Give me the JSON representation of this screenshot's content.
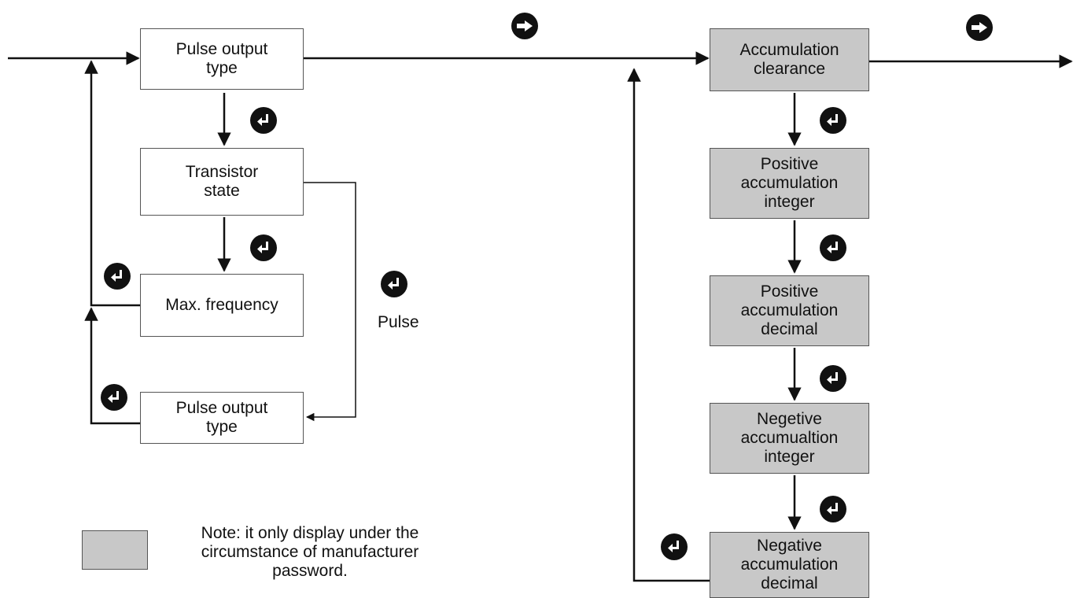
{
  "left_flow": {
    "pulse_output_type_top": "Pulse output\ntype",
    "transistor_state": "Transistor\nstate",
    "max_frequency": "Max. frequency",
    "pulse_output_type_bottom": "Pulse output\ntype",
    "pulse_label": "Pulse"
  },
  "right_flow": {
    "accumulation_clearance": "Accumulation\nclearance",
    "positive_accumulation_integer": "Positive\naccumulation\ninteger",
    "positive_accumulation_decimal": "Positive\naccumulation\ndecimal",
    "negative_accumulation_integer": "Negetive\naccumualtion\ninteger",
    "negative_accumulation_decimal": "Negative\naccumulation\ndecimal"
  },
  "legend": {
    "note": "Note: it only display under the\ncircumstance of manufacturer\npassword."
  },
  "icons": {
    "next": "right-arrow-icon",
    "enter": "enter-return-icon"
  },
  "colors": {
    "restricted_box_fill": "#c8c8c8",
    "line": "#111111"
  }
}
